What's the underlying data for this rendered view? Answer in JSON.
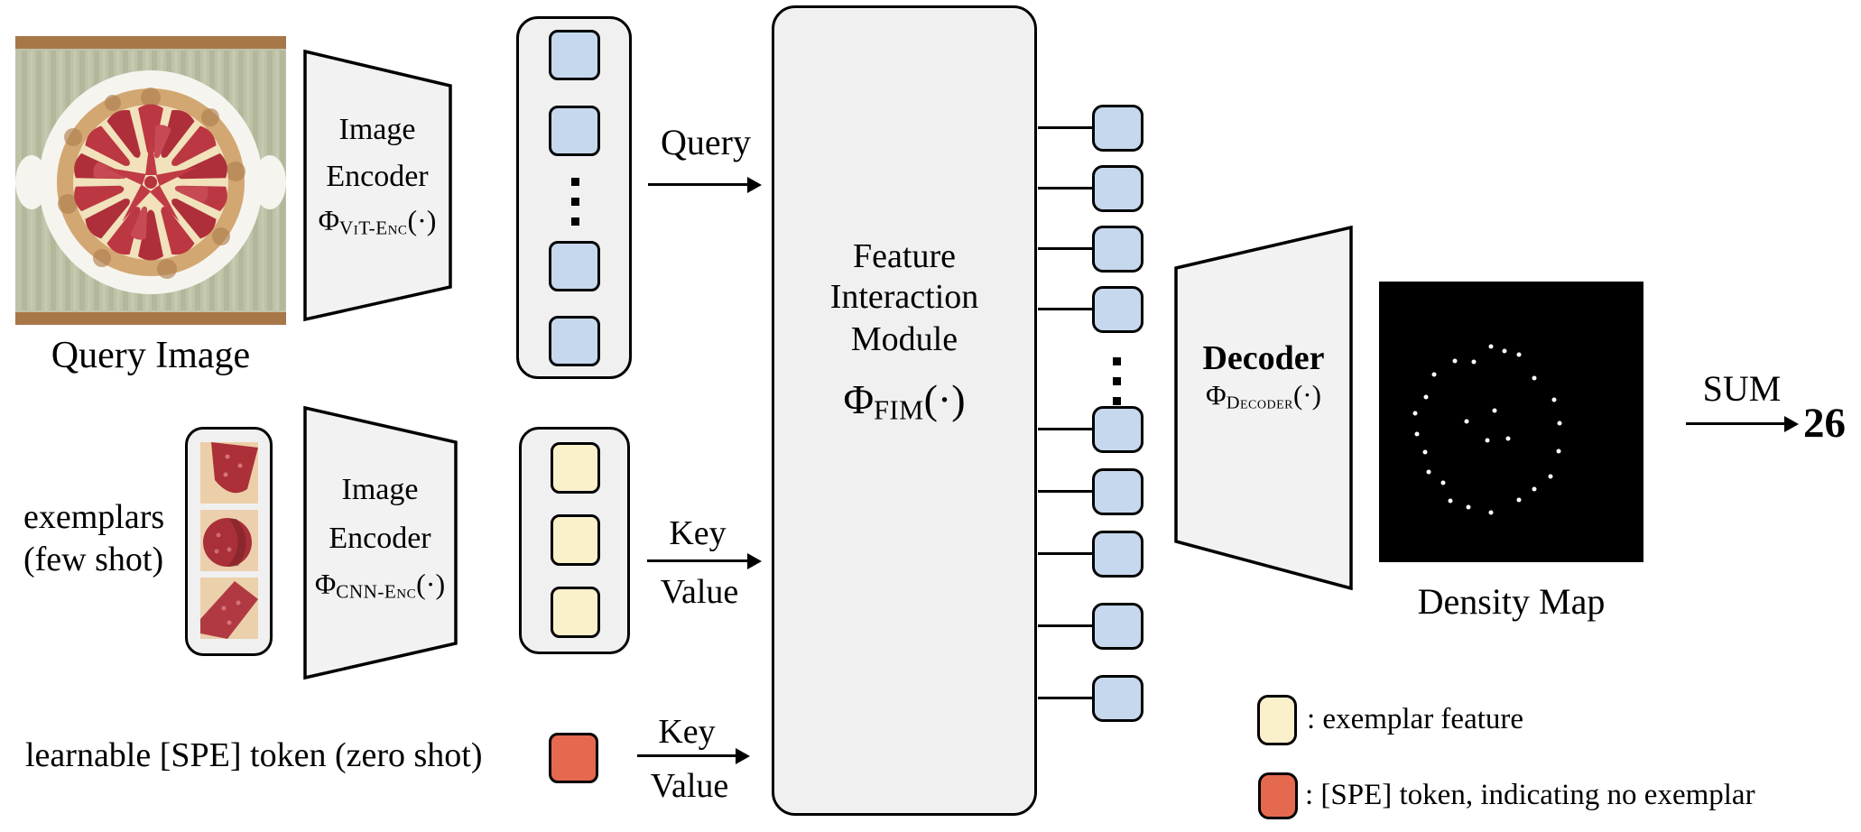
{
  "colors": {
    "token_blue": "#C5D8ED",
    "token_yellow": "#FAF0CC",
    "token_red": "#E5694F",
    "panel_gray": "#F0F0F0",
    "shape_gray": "#F2F2F2",
    "line": "#000000",
    "density_bg": "#000000",
    "density_dot": "#FFFFFF"
  },
  "query": {
    "image_caption": "Query Image"
  },
  "encoder_vit": {
    "line1": "Image",
    "line2": "Encoder",
    "phi": "Φ",
    "phi_sub": "ViT-Enc",
    "phi_args": "(·)"
  },
  "encoder_cnn": {
    "line1": "Image",
    "line2": "Encoder",
    "phi": "Φ",
    "phi_sub": "CNN-Enc",
    "phi_args": "(·)"
  },
  "fim": {
    "line1": "Feature",
    "line2": "Interaction",
    "line3": "Module",
    "phi": "Φ",
    "phi_sub": "FIM",
    "phi_args": "(·)"
  },
  "decoder": {
    "title": "Decoder",
    "phi": "Φ",
    "phi_sub": "Decoder",
    "phi_args": "(·)"
  },
  "arrows": {
    "query": "Query",
    "key_exemplar": "Key",
    "value_exemplar": "Value",
    "key_spe": "Key",
    "value_spe": "Value",
    "sum": "SUM"
  },
  "exemplars": {
    "label_line1": "exemplars",
    "label_line2": "(few shot)"
  },
  "spe": {
    "label": "learnable [SPE] token (zero shot)"
  },
  "output": {
    "count_value": "26"
  },
  "density_map": {
    "label": "Density Map",
    "dots": [
      [
        42.3,
        23.2
      ],
      [
        47.4,
        24.9
      ],
      [
        52.9,
        25.9
      ],
      [
        28.7,
        28.3
      ],
      [
        35.8,
        28.7
      ],
      [
        20.8,
        33.1
      ],
      [
        58.7,
        34.5
      ],
      [
        17.7,
        41.0
      ],
      [
        66.2,
        42.0
      ],
      [
        43.7,
        46.1
      ],
      [
        13.7,
        47.1
      ],
      [
        33.1,
        49.8
      ],
      [
        68.3,
        50.5
      ],
      [
        14.3,
        54.3
      ],
      [
        41.0,
        56.7
      ],
      [
        48.8,
        56.0
      ],
      [
        17.4,
        60.8
      ],
      [
        67.9,
        60.4
      ],
      [
        18.8,
        67.9
      ],
      [
        64.8,
        69.6
      ],
      [
        24.2,
        71.7
      ],
      [
        58.7,
        74.1
      ],
      [
        27.0,
        78.2
      ],
      [
        52.9,
        77.8
      ],
      [
        33.8,
        80.5
      ],
      [
        42.3,
        82.3
      ]
    ]
  },
  "tokens": {
    "query_column": {
      "count": 4,
      "has_ellipsis": true
    },
    "exemplar_column": {
      "count": 3
    },
    "output_column": {
      "count": 9,
      "has_ellipsis": true
    }
  },
  "legend": [
    {
      "color": "token_yellow",
      "text": ": exemplar feature"
    },
    {
      "color": "token_red",
      "text": ": [SPE] token, indicating no exemplar"
    }
  ]
}
